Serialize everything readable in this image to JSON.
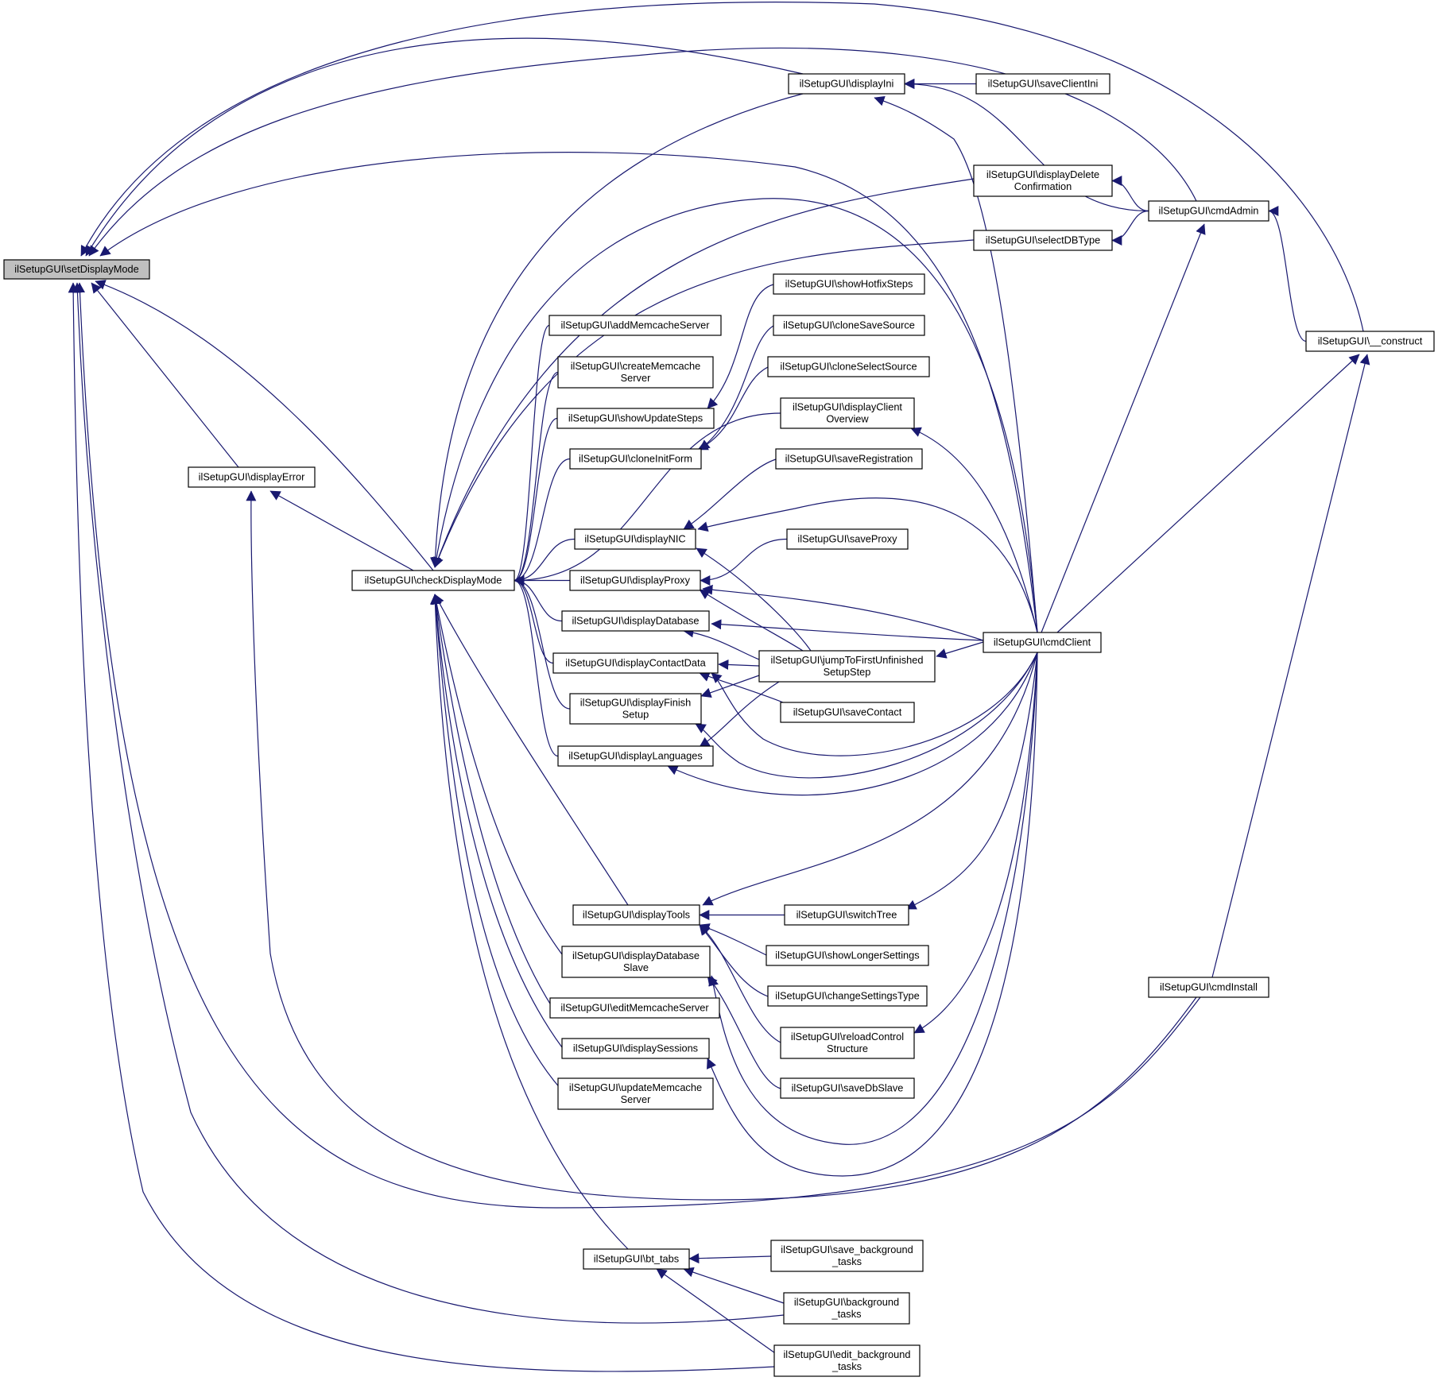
{
  "diagram": {
    "nodes": [
      {
        "id": "setDisplayMode",
        "lines": [
          "ilSetupGUI\\setDisplayMode"
        ],
        "highlight": true
      },
      {
        "id": "displayError",
        "lines": [
          "ilSetupGUI\\displayError"
        ]
      },
      {
        "id": "checkDisplayMode",
        "lines": [
          "ilSetupGUI\\checkDisplayMode"
        ]
      },
      {
        "id": "displayIni",
        "lines": [
          "ilSetupGUI\\displayIni"
        ]
      },
      {
        "id": "saveClientIni",
        "lines": [
          "ilSetupGUI\\saveClientIni"
        ]
      },
      {
        "id": "displayDeleteConfirmation",
        "lines": [
          "ilSetupGUI\\displayDelete",
          "Confirmation"
        ]
      },
      {
        "id": "selectDBType",
        "lines": [
          "ilSetupGUI\\selectDBType"
        ]
      },
      {
        "id": "cmdAdmin",
        "lines": [
          "ilSetupGUI\\cmdAdmin"
        ]
      },
      {
        "id": "construct",
        "lines": [
          "ilSetupGUI\\__construct"
        ]
      },
      {
        "id": "showHotfixSteps",
        "lines": [
          "ilSetupGUI\\showHotfixSteps"
        ]
      },
      {
        "id": "addMemcacheServer",
        "lines": [
          "ilSetupGUI\\addMemcacheServer"
        ]
      },
      {
        "id": "cloneSaveSource",
        "lines": [
          "ilSetupGUI\\cloneSaveSource"
        ]
      },
      {
        "id": "createMemcacheServer",
        "lines": [
          "ilSetupGUI\\createMemcache",
          "Server"
        ]
      },
      {
        "id": "cloneSelectSource",
        "lines": [
          "ilSetupGUI\\cloneSelectSource"
        ]
      },
      {
        "id": "showUpdateSteps",
        "lines": [
          "ilSetupGUI\\showUpdateSteps"
        ]
      },
      {
        "id": "displayClientOverview",
        "lines": [
          "ilSetupGUI\\displayClient",
          "Overview"
        ]
      },
      {
        "id": "cloneInitForm",
        "lines": [
          "ilSetupGUI\\cloneInitForm"
        ]
      },
      {
        "id": "saveRegistration",
        "lines": [
          "ilSetupGUI\\saveRegistration"
        ]
      },
      {
        "id": "displayNIC",
        "lines": [
          "ilSetupGUI\\displayNIC"
        ]
      },
      {
        "id": "saveProxy",
        "lines": [
          "ilSetupGUI\\saveProxy"
        ]
      },
      {
        "id": "displayProxy",
        "lines": [
          "ilSetupGUI\\displayProxy"
        ]
      },
      {
        "id": "displayDatabase",
        "lines": [
          "ilSetupGUI\\displayDatabase"
        ]
      },
      {
        "id": "cmdClient",
        "lines": [
          "ilSetupGUI\\cmdClient"
        ]
      },
      {
        "id": "displayContactData",
        "lines": [
          "ilSetupGUI\\displayContactData"
        ]
      },
      {
        "id": "jumpToFirstUnfinishedSetupStep",
        "lines": [
          "ilSetupGUI\\jumpToFirstUnfinished",
          "SetupStep"
        ]
      },
      {
        "id": "displayFinishSetup",
        "lines": [
          "ilSetupGUI\\displayFinish",
          "Setup"
        ]
      },
      {
        "id": "saveContact",
        "lines": [
          "ilSetupGUI\\saveContact"
        ]
      },
      {
        "id": "displayLanguages",
        "lines": [
          "ilSetupGUI\\displayLanguages"
        ]
      },
      {
        "id": "displayTools",
        "lines": [
          "ilSetupGUI\\displayTools"
        ]
      },
      {
        "id": "switchTree",
        "lines": [
          "ilSetupGUI\\switchTree"
        ]
      },
      {
        "id": "displayDatabaseSlave",
        "lines": [
          "ilSetupGUI\\displayDatabase",
          "Slave"
        ]
      },
      {
        "id": "showLongerSettings",
        "lines": [
          "ilSetupGUI\\showLongerSettings"
        ]
      },
      {
        "id": "changeSettingsType",
        "lines": [
          "ilSetupGUI\\changeSettingsType"
        ]
      },
      {
        "id": "editMemcacheServer",
        "lines": [
          "ilSetupGUI\\editMemcacheServer"
        ]
      },
      {
        "id": "cmdInstall",
        "lines": [
          "ilSetupGUI\\cmdInstall"
        ]
      },
      {
        "id": "reloadControlStructure",
        "lines": [
          "ilSetupGUI\\reloadControl",
          "Structure"
        ]
      },
      {
        "id": "displaySessions",
        "lines": [
          "ilSetupGUI\\displaySessions"
        ]
      },
      {
        "id": "saveDbSlave",
        "lines": [
          "ilSetupGUI\\saveDbSlave"
        ]
      },
      {
        "id": "updateMemcacheServer",
        "lines": [
          "ilSetupGUI\\updateMemcache",
          "Server"
        ]
      },
      {
        "id": "bt_tabs",
        "lines": [
          "ilSetupGUI\\bt_tabs"
        ]
      },
      {
        "id": "save_background_tasks",
        "lines": [
          "ilSetupGUI\\save_background",
          "_tasks"
        ]
      },
      {
        "id": "background_tasks",
        "lines": [
          "ilSetupGUI\\background",
          "_tasks"
        ]
      },
      {
        "id": "edit_background_tasks",
        "lines": [
          "ilSetupGUI\\edit_background",
          "_tasks"
        ]
      }
    ],
    "edges": [
      {
        "from": "displayError",
        "to": "setDisplayMode"
      },
      {
        "from": "checkDisplayMode",
        "to": "setDisplayMode"
      },
      {
        "from": "displayIni",
        "to": "setDisplayMode"
      },
      {
        "from": "cmdAdmin",
        "to": "setDisplayMode"
      },
      {
        "from": "construct",
        "to": "setDisplayMode"
      },
      {
        "from": "cmdClient",
        "to": "setDisplayMode"
      },
      {
        "from": "cmdInstall",
        "to": "setDisplayMode"
      },
      {
        "from": "background_tasks",
        "to": "setDisplayMode"
      },
      {
        "from": "edit_background_tasks",
        "to": "setDisplayMode"
      },
      {
        "from": "checkDisplayMode",
        "to": "displayError"
      },
      {
        "from": "cmdInstall",
        "to": "displayError"
      },
      {
        "from": "displayIni",
        "to": "checkDisplayMode"
      },
      {
        "from": "displayDeleteConfirmation",
        "to": "checkDisplayMode"
      },
      {
        "from": "selectDBType",
        "to": "checkDisplayMode"
      },
      {
        "from": "addMemcacheServer",
        "to": "checkDisplayMode"
      },
      {
        "from": "createMemcacheServer",
        "to": "checkDisplayMode"
      },
      {
        "from": "showUpdateSteps",
        "to": "checkDisplayMode"
      },
      {
        "from": "cloneInitForm",
        "to": "checkDisplayMode"
      },
      {
        "from": "displayClientOverview",
        "to": "checkDisplayMode"
      },
      {
        "from": "displayNIC",
        "to": "checkDisplayMode"
      },
      {
        "from": "displayProxy",
        "to": "checkDisplayMode"
      },
      {
        "from": "displayDatabase",
        "to": "checkDisplayMode"
      },
      {
        "from": "displayContactData",
        "to": "checkDisplayMode"
      },
      {
        "from": "displayFinishSetup",
        "to": "checkDisplayMode"
      },
      {
        "from": "displayLanguages",
        "to": "checkDisplayMode"
      },
      {
        "from": "displayTools",
        "to": "checkDisplayMode"
      },
      {
        "from": "displayDatabaseSlave",
        "to": "checkDisplayMode"
      },
      {
        "from": "editMemcacheServer",
        "to": "checkDisplayMode"
      },
      {
        "from": "displaySessions",
        "to": "checkDisplayMode"
      },
      {
        "from": "updateMemcacheServer",
        "to": "checkDisplayMode"
      },
      {
        "from": "bt_tabs",
        "to": "checkDisplayMode"
      },
      {
        "from": "cmdClient",
        "to": "checkDisplayMode"
      },
      {
        "from": "saveClientIni",
        "to": "displayIni"
      },
      {
        "from": "cmdAdmin",
        "to": "displayIni"
      },
      {
        "from": "cmdClient",
        "to": "displayIni"
      },
      {
        "from": "cmdAdmin",
        "to": "displayDeleteConfirmation"
      },
      {
        "from": "cmdAdmin",
        "to": "selectDBType"
      },
      {
        "from": "construct",
        "to": "cmdAdmin"
      },
      {
        "from": "cmdClient",
        "to": "cmdAdmin"
      },
      {
        "from": "cmdClient",
        "to": "construct"
      },
      {
        "from": "cmdInstall",
        "to": "construct"
      },
      {
        "from": "showHotfixSteps",
        "to": "showUpdateSteps"
      },
      {
        "from": "cloneSaveSource",
        "to": "cloneInitForm"
      },
      {
        "from": "cloneSelectSource",
        "to": "cloneInitForm"
      },
      {
        "from": "cmdClient",
        "to": "displayClientOverview"
      },
      {
        "from": "saveRegistration",
        "to": "displayNIC"
      },
      {
        "from": "jumpToFirstUnfinishedSetupStep",
        "to": "displayNIC"
      },
      {
        "from": "cmdClient",
        "to": "displayNIC"
      },
      {
        "from": "saveProxy",
        "to": "displayProxy"
      },
      {
        "from": "jumpToFirstUnfinishedSetupStep",
        "to": "displayProxy"
      },
      {
        "from": "cmdClient",
        "to": "displayProxy"
      },
      {
        "from": "jumpToFirstUnfinishedSetupStep",
        "to": "displayDatabase"
      },
      {
        "from": "cmdClient",
        "to": "displayDatabase"
      },
      {
        "from": "jumpToFirstUnfinishedSetupStep",
        "to": "displayContactData"
      },
      {
        "from": "saveContact",
        "to": "displayContactData"
      },
      {
        "from": "cmdClient",
        "to": "displayContactData"
      },
      {
        "from": "jumpToFirstUnfinishedSetupStep",
        "to": "displayFinishSetup"
      },
      {
        "from": "cmdClient",
        "to": "displayFinishSetup"
      },
      {
        "from": "jumpToFirstUnfinishedSetupStep",
        "to": "displayLanguages"
      },
      {
        "from": "cmdClient",
        "to": "displayLanguages"
      },
      {
        "from": "cmdClient",
        "to": "jumpToFirstUnfinishedSetupStep"
      },
      {
        "from": "switchTree",
        "to": "displayTools"
      },
      {
        "from": "showLongerSettings",
        "to": "displayTools"
      },
      {
        "from": "changeSettingsType",
        "to": "displayTools"
      },
      {
        "from": "reloadControlStructure",
        "to": "displayTools"
      },
      {
        "from": "cmdClient",
        "to": "displayTools"
      },
      {
        "from": "cmdClient",
        "to": "switchTree"
      },
      {
        "from": "cmdClient",
        "to": "reloadControlStructure"
      },
      {
        "from": "saveDbSlave",
        "to": "displayDatabaseSlave"
      },
      {
        "from": "cmdClient",
        "to": "displayDatabaseSlave"
      },
      {
        "from": "cmdClient",
        "to": "displaySessions"
      },
      {
        "from": "save_background_tasks",
        "to": "bt_tabs"
      },
      {
        "from": "background_tasks",
        "to": "bt_tabs"
      },
      {
        "from": "edit_background_tasks",
        "to": "bt_tabs"
      }
    ],
    "colors": {
      "edge": "#191970",
      "node_border": "#000000",
      "node_fill": "#ffffff",
      "highlight_fill": "#bfbfbf",
      "text": "#000000"
    }
  }
}
